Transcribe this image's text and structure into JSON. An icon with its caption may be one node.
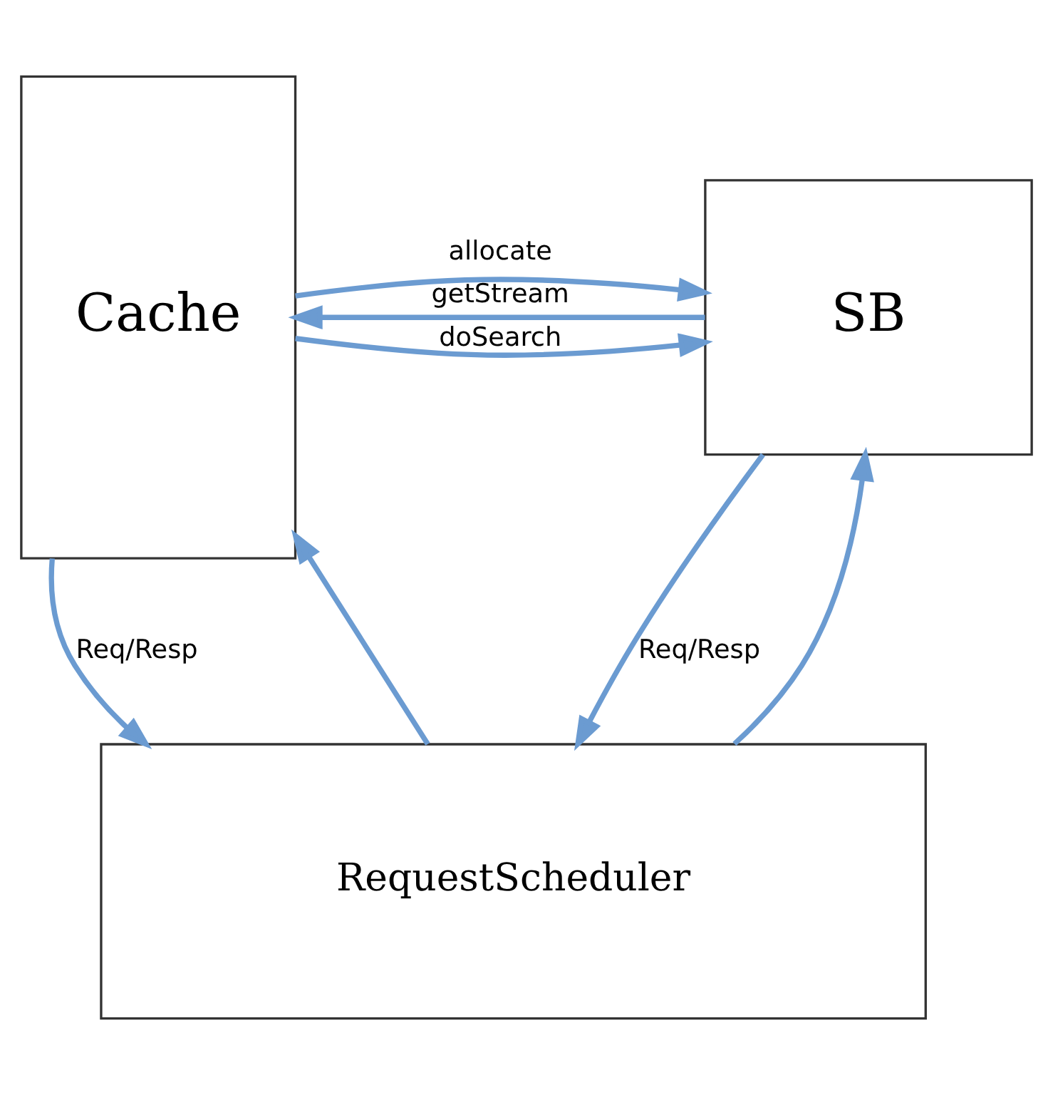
{
  "diagram": {
    "nodes": [
      {
        "text": [
          "Cache"
        ]
      },
      {
        "text": [
          "SB"
        ]
      },
      {
        "text": [
          "RequestScheduler"
        ]
      }
    ],
    "edges": [
      {
        "from": 0,
        "to": 1,
        "arrow": "to",
        "label": "allocate"
      },
      {
        "from": 0,
        "to": 1,
        "arrow": "to",
        "label": "doSearch"
      },
      {
        "from": 1,
        "to": 0,
        "arrow": "to",
        "label": "getStream"
      },
      {
        "from": 0,
        "to": 2,
        "arrow": "to",
        "label": "Req/Resp"
      },
      {
        "from": 2,
        "to": 0,
        "arrow": "to"
      },
      {
        "from": 1,
        "to": 2,
        "arrow": "to",
        "label": "Req/Resp"
      },
      {
        "from": 2,
        "to": 1,
        "arrow": "to"
      }
    ]
  }
}
